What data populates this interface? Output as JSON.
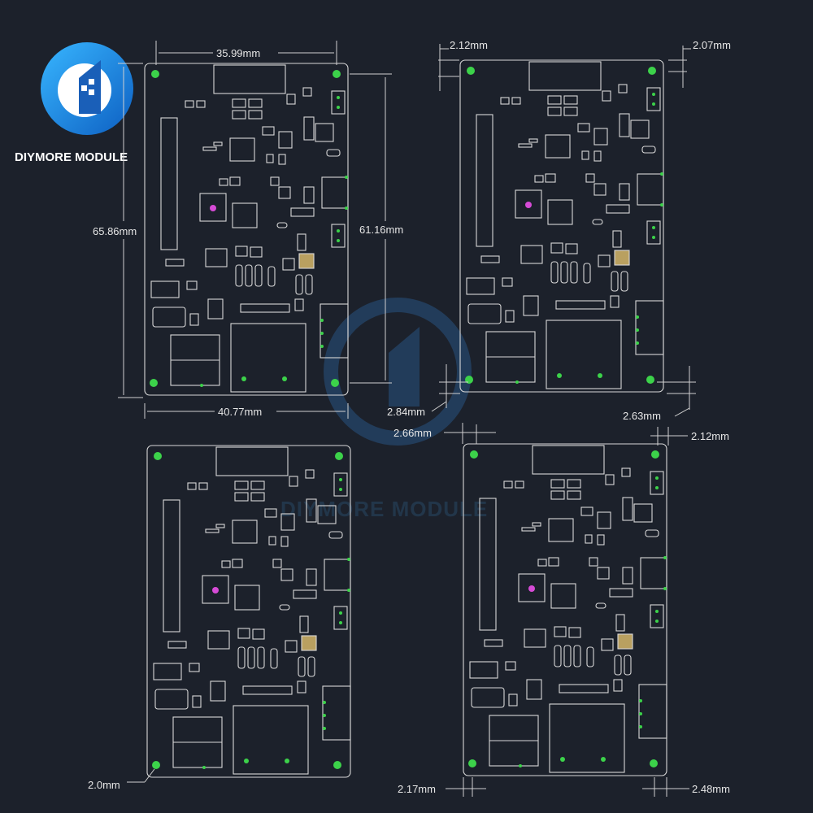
{
  "brand": {
    "name": "DIYMORE MODULE",
    "watermark": "DIYMORE MODULE"
  },
  "colors": {
    "background": "#1c212b",
    "outline": "#d8d8d8",
    "pad": "#3cd24a",
    "accent_pink": "#d64bd6",
    "accent_gold": "#b9a060",
    "logo_blue": "#1a82e0"
  },
  "dimensions": {
    "board_width_holes": "35.99mm",
    "board_width_total": "40.77mm",
    "board_height_total": "65.86mm",
    "board_height_holes": "61.16mm",
    "tl_x_offset": "2.12mm",
    "tr_x_offset": "2.07mm",
    "bl_y_offset": "2.84mm",
    "br_y_offset": "2.63mm",
    "tl_hole_x": "2.66mm",
    "tr_hole_x": "2.12mm",
    "bl_hole_diam": "2.0mm",
    "bl_hole_x": "2.17mm",
    "br_hole_x": "2.48mm"
  }
}
